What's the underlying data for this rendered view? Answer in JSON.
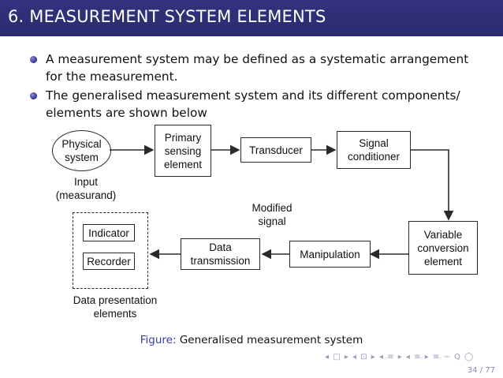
{
  "slide": {
    "title": "6. MEASUREMENT SYSTEM ELEMENTS",
    "bullets": [
      "A measurement system may be defined as a systematic arrangement for the measurement.",
      "The generalised measurement system and its different components/ elements are shown below"
    ]
  },
  "diagram": {
    "physical_system": "Physical system",
    "input_label": "Input (measurand)",
    "primary_sensing": "Primary sensing element",
    "transducer": "Transducer",
    "signal_conditioner": "Signal conditioner",
    "variable_conversion": "Variable conversion element",
    "modified_signal": "Modified signal",
    "manipulation": "Manipulation",
    "data_transmission": "Data transmission",
    "indicator": "Indicator",
    "recorder": "Recorder",
    "data_presentation": "Data presentation elements"
  },
  "caption": {
    "figure_word": "Figure:",
    "text": "Generalised measurement system"
  },
  "footer": {
    "nav_symbols": "◂ □ ▸ ◂ ⊡ ▸ ◂ ≡ ▸ ◂ ≡ ▸   ≡   ∽ Q ◯",
    "page": "34 / 77"
  }
}
